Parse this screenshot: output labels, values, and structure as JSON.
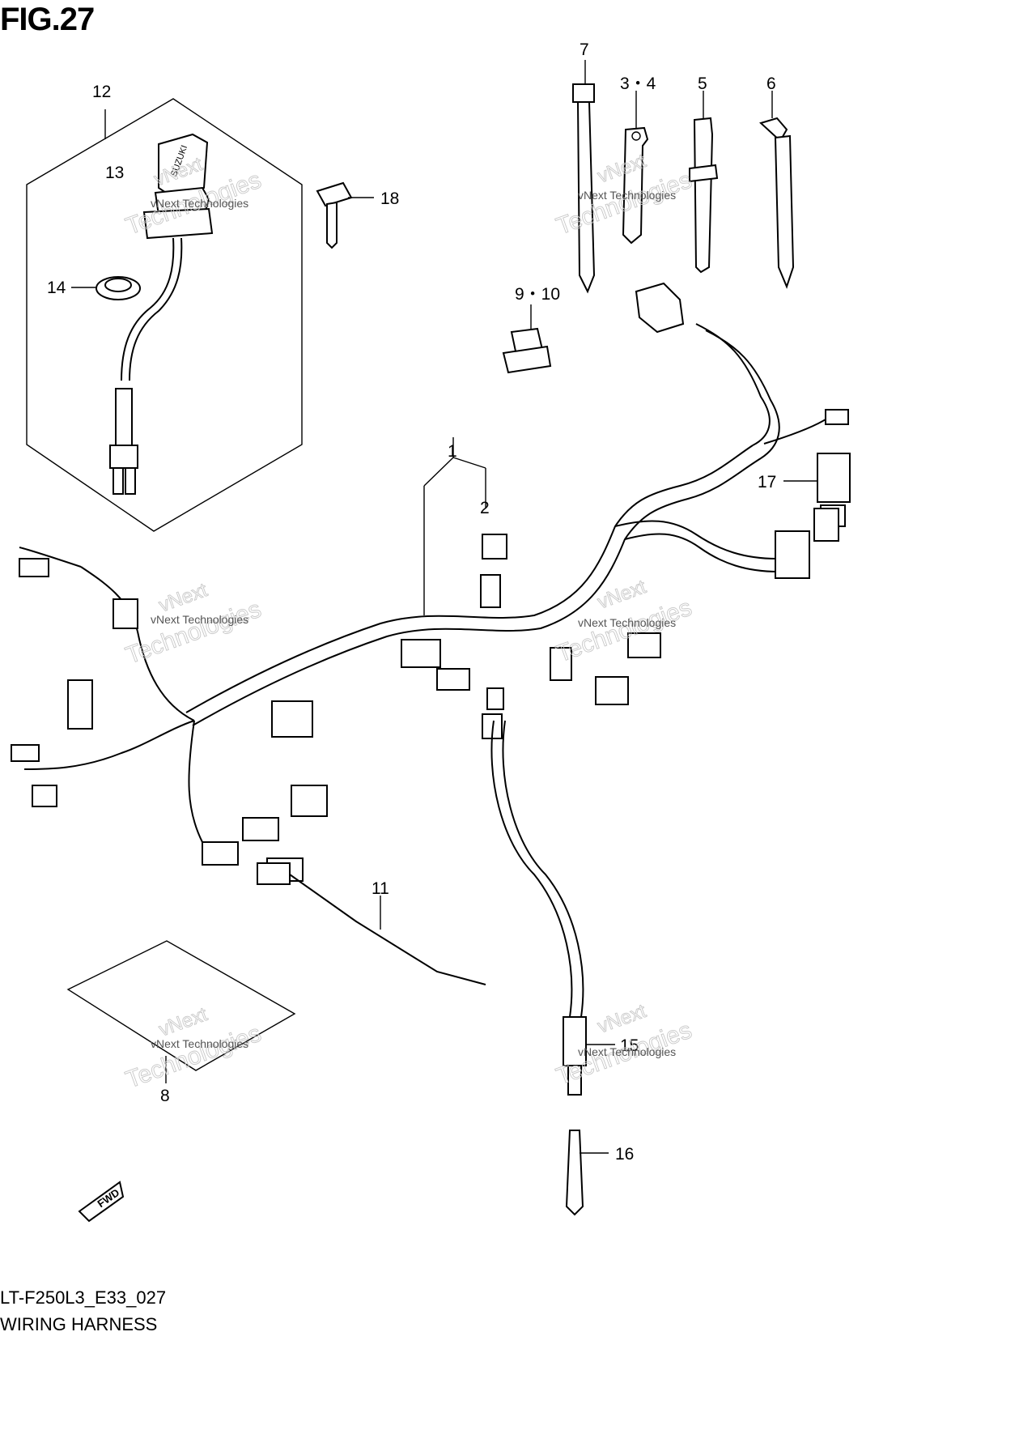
{
  "figure": {
    "title": "FIG.27",
    "model_code": "LT-F250L3_E33_027",
    "name": "WIRING HARNESS"
  },
  "callouts": {
    "c1": "1",
    "c2": "2",
    "c34": "3・4",
    "c5": "5",
    "c6": "6",
    "c7": "7",
    "c8": "8",
    "c910": "9・10",
    "c11": "11",
    "c12": "12",
    "c13": "13",
    "c14": "14",
    "c15": "15",
    "c16": "16",
    "c17": "17",
    "c18": "18"
  },
  "watermark": {
    "brand": "vNext",
    "word": "Technologies",
    "small": "vNext Technologies"
  },
  "marks": {
    "fwd": "FWD",
    "suzuki": "SUZUKI"
  }
}
